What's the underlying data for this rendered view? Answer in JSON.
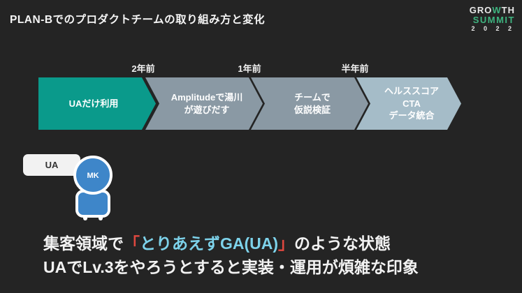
{
  "slide": {
    "title": "PLAN-Bでのプロダクトチームの取り組み方と変化",
    "background_color": "#242424"
  },
  "logo": {
    "growth_pre": "GRO",
    "growth_w": "W",
    "growth_post": "TH",
    "summit": "SUMMIT",
    "year": "2 0 2 2",
    "green": "#3eb37f"
  },
  "timeline": {
    "time_labels": [
      {
        "text": "2年前"
      },
      {
        "text": "1年前"
      },
      {
        "text": "半年前"
      }
    ],
    "stages": [
      {
        "label": "UAだけ利用",
        "color": "#0a9a8b"
      },
      {
        "label": "Amplitudeで湯川\nが遊びだす",
        "color": "#8a99a4"
      },
      {
        "label": "チームで\n仮説検証",
        "color": "#8a99a4"
      },
      {
        "label": "ヘルススコア\nCTA\nデータ統合",
        "color": "#a5bcc8"
      }
    ]
  },
  "callout": {
    "bubble_text": "UA",
    "avatar_label": "MK",
    "avatar_color": "#3e86c9"
  },
  "summary": {
    "line1_pre": "集客領域で",
    "line1_bracket_open": "「",
    "line1_highlight": "とりあえずGA(UA)",
    "line1_bracket_close": "」",
    "line1_post": "のような状態",
    "line2": "UAでLv.3をやろうとすると実装・運用が煩雑な印象",
    "highlight_color": "#7dd2ea",
    "bracket_color": "#e0483f"
  }
}
